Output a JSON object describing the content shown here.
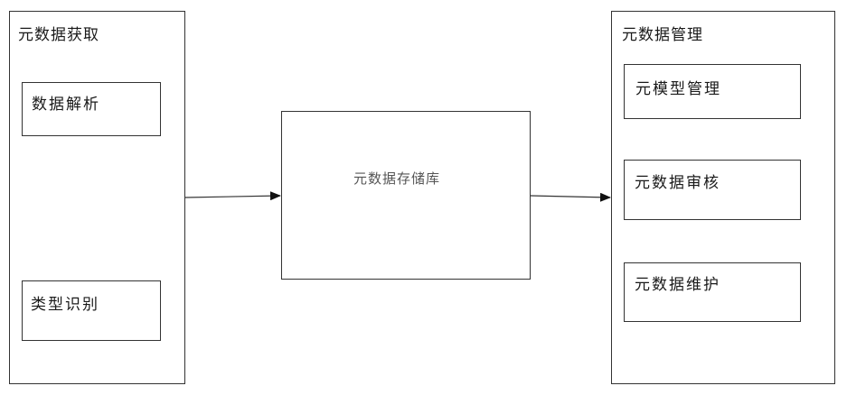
{
  "acquisition": {
    "title": "元数据获取",
    "items": [
      {
        "label": "数据解析"
      },
      {
        "label": "类型识别"
      }
    ]
  },
  "repository": {
    "title": "元数据存储库"
  },
  "management": {
    "title": "元数据管理",
    "items": [
      {
        "label": "元模型管理"
      },
      {
        "label": "元数据审核"
      },
      {
        "label": "元数据维护"
      }
    ]
  },
  "colors": {
    "line": "#333333",
    "arrow": "#111111"
  }
}
